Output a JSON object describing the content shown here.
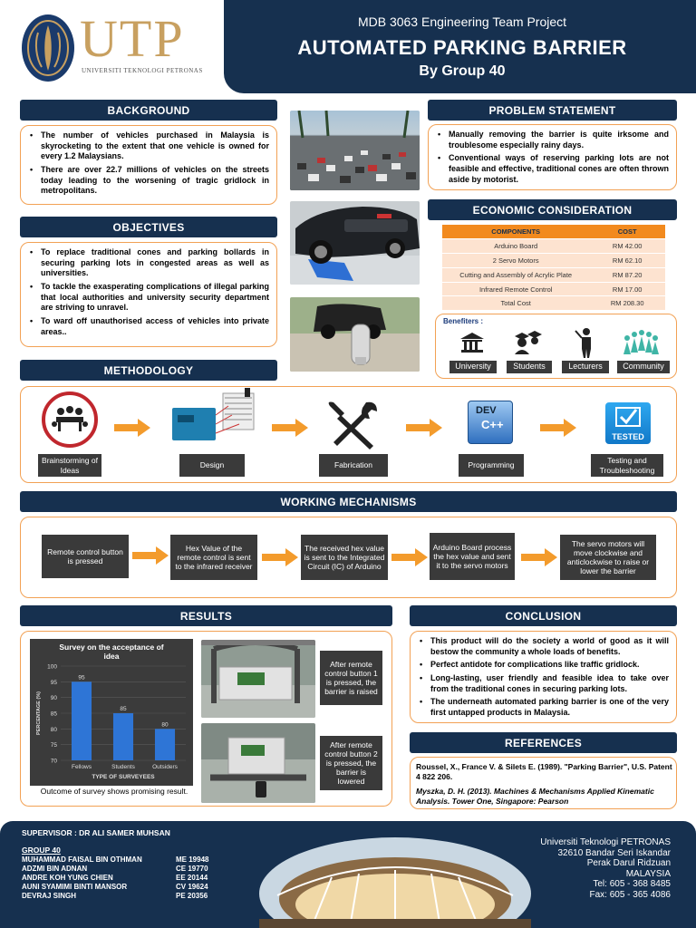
{
  "header": {
    "logo_text": "UTP",
    "logo_sub": "UNIVERSITI TEKNOLOGI PETRONAS",
    "course": "MDB 3063 Engineering Team Project",
    "title": "AUTOMATED PARKING BARRIER",
    "group": "By Group 40"
  },
  "background": {
    "heading": "BACKGROUND",
    "items": [
      "The number of vehicles purchased in Malaysia is skyrocketing to the extent that one vehicle is owned for every 1.2 Malaysians.",
      "There are over 22.7 millions of vehicles on the streets today leading to the worsening of tragic gridlock in metropolitans."
    ]
  },
  "objectives": {
    "heading": "OBJECTIVES",
    "items": [
      "To replace traditional cones and parking bollards in securing parking lots in congested areas as well as universities.",
      "To tackle the exasperating complications of illegal parking that local authorities and university security department are striving to unravel.",
      "To ward off unauthorised access of vehicles into private areas.."
    ]
  },
  "problem": {
    "heading": "PROBLEM STATEMENT",
    "items": [
      "Manually removing the barrier is quite irksome and troublesome especially rainy days.",
      "Conventional ways of reserving parking lots are not feasible and effective, traditional cones are often thrown aside by motorist."
    ]
  },
  "economic": {
    "heading": "ECONOMIC CONSIDERATION",
    "col1": "COMPONENTS",
    "col2": "COST",
    "rows": [
      {
        "item": "Arduino Board",
        "cost": "RM 42.00"
      },
      {
        "item": "2 Servo Motors",
        "cost": "RM 62.10"
      },
      {
        "item": "Cutting and Assembly of Acrylic Plate",
        "cost": "RM 87.20"
      },
      {
        "item": "Infrared Remote Control",
        "cost": "RM 17.00"
      },
      {
        "item": "Total Cost",
        "cost": "RM 208.30"
      }
    ]
  },
  "benefiters": {
    "label": "Benefiters :",
    "items": [
      "University",
      "Students",
      "Lecturers",
      "Community"
    ]
  },
  "methodology": {
    "heading": "METHODOLOGY",
    "steps": [
      "Brainstorming of Ideas",
      "Design",
      "Fabrication",
      "Programming",
      "Testing and Troubleshooting"
    ],
    "dev_label": "DEV",
    "cpp_label": "C++",
    "tested_label": "TESTED"
  },
  "working": {
    "heading": "WORKING MECHANISMS",
    "steps": [
      "Remote control button is pressed",
      "Hex Value of the remote control is sent to the infrared receiver",
      "The received hex value is sent to the Integrated Circuit (IC) of Arduino",
      "Arduino Board process the hex value and sent it to the servo motors",
      "The servo motors will move clockwise and anticlockwise to raise or lower the barrier"
    ]
  },
  "results": {
    "heading": "RESULTS",
    "caption": "Outcome of survey shows promising result.",
    "photo1_caption": "After remote control button 1 is pressed, the barrier is raised",
    "photo2_caption": "After remote control button 2 is pressed, the barrier is lowered"
  },
  "chart_data": {
    "type": "bar",
    "title": "Survey on the acceptance of idea",
    "xlabel": "TYPE OF SURVEYEES",
    "ylabel": "PERCENTAGE (%)",
    "categories": [
      "Fellows",
      "Students",
      "Outsiders"
    ],
    "values": [
      95,
      85,
      80
    ],
    "value_labels": [
      "95",
      "85",
      "80"
    ],
    "ylim": [
      70,
      100
    ],
    "yticks": [
      "70",
      "75",
      "80",
      "85",
      "90",
      "95",
      "100"
    ],
    "bar_color": "#2e75d6",
    "background": "#3b3b3b",
    "grid": true,
    "legend": "none"
  },
  "conclusion": {
    "heading": "CONCLUSION",
    "items": [
      "This product will do the society a world of good as it will bestow the community a whole loads of benefits.",
      "Perfect antidote for complications like traffic gridlock.",
      "Long-lasting, user friendly and feasible idea to take over from the traditional cones in securing parking lots.",
      "The underneath automated parking barrier is one of the very first untapped products in Malaysia."
    ]
  },
  "references": {
    "heading": "REFERENCES",
    "ref1": "Roussel, X., France V. & Silets E. (1989). \"Parking Barrier\", U.S. Patent 4 822 206.",
    "ref2": "Myszka, D. H. (2013). Machines & Mechanisms Applied Kinematic Analysis. Tower One, Singapore: Pearson"
  },
  "footer": {
    "supervisor": "SUPERVISOR : DR ALI SAMER MUHSAN",
    "group_label": "GROUP 40",
    "members": [
      {
        "name": "MUHAMMAD FAISAL BIN OTHMAN",
        "id": "ME 19948"
      },
      {
        "name": "ADZMI BIN ADNAN",
        "id": "CE 19770"
      },
      {
        "name": "ANDRE KOH YUNG CHIEN",
        "id": "EE 20144"
      },
      {
        "name": "AUNI SYAMIMI BINTI MANSOR",
        "id": "CV 19624"
      },
      {
        "name": "DEVRAJ SINGH",
        "id": "PE 20356"
      }
    ],
    "address": [
      "Universiti Teknologi PETRONAS",
      "32610 Bandar Seri Iskandar",
      "Perak Darul Ridzuan",
      "MALAYSIA",
      "Tel: 605 - 368 8485",
      "Fax: 605 - 365 4086"
    ]
  },
  "colors": {
    "navy": "#16304f",
    "orange": "#f2a154",
    "accent": "#f28a1e"
  }
}
